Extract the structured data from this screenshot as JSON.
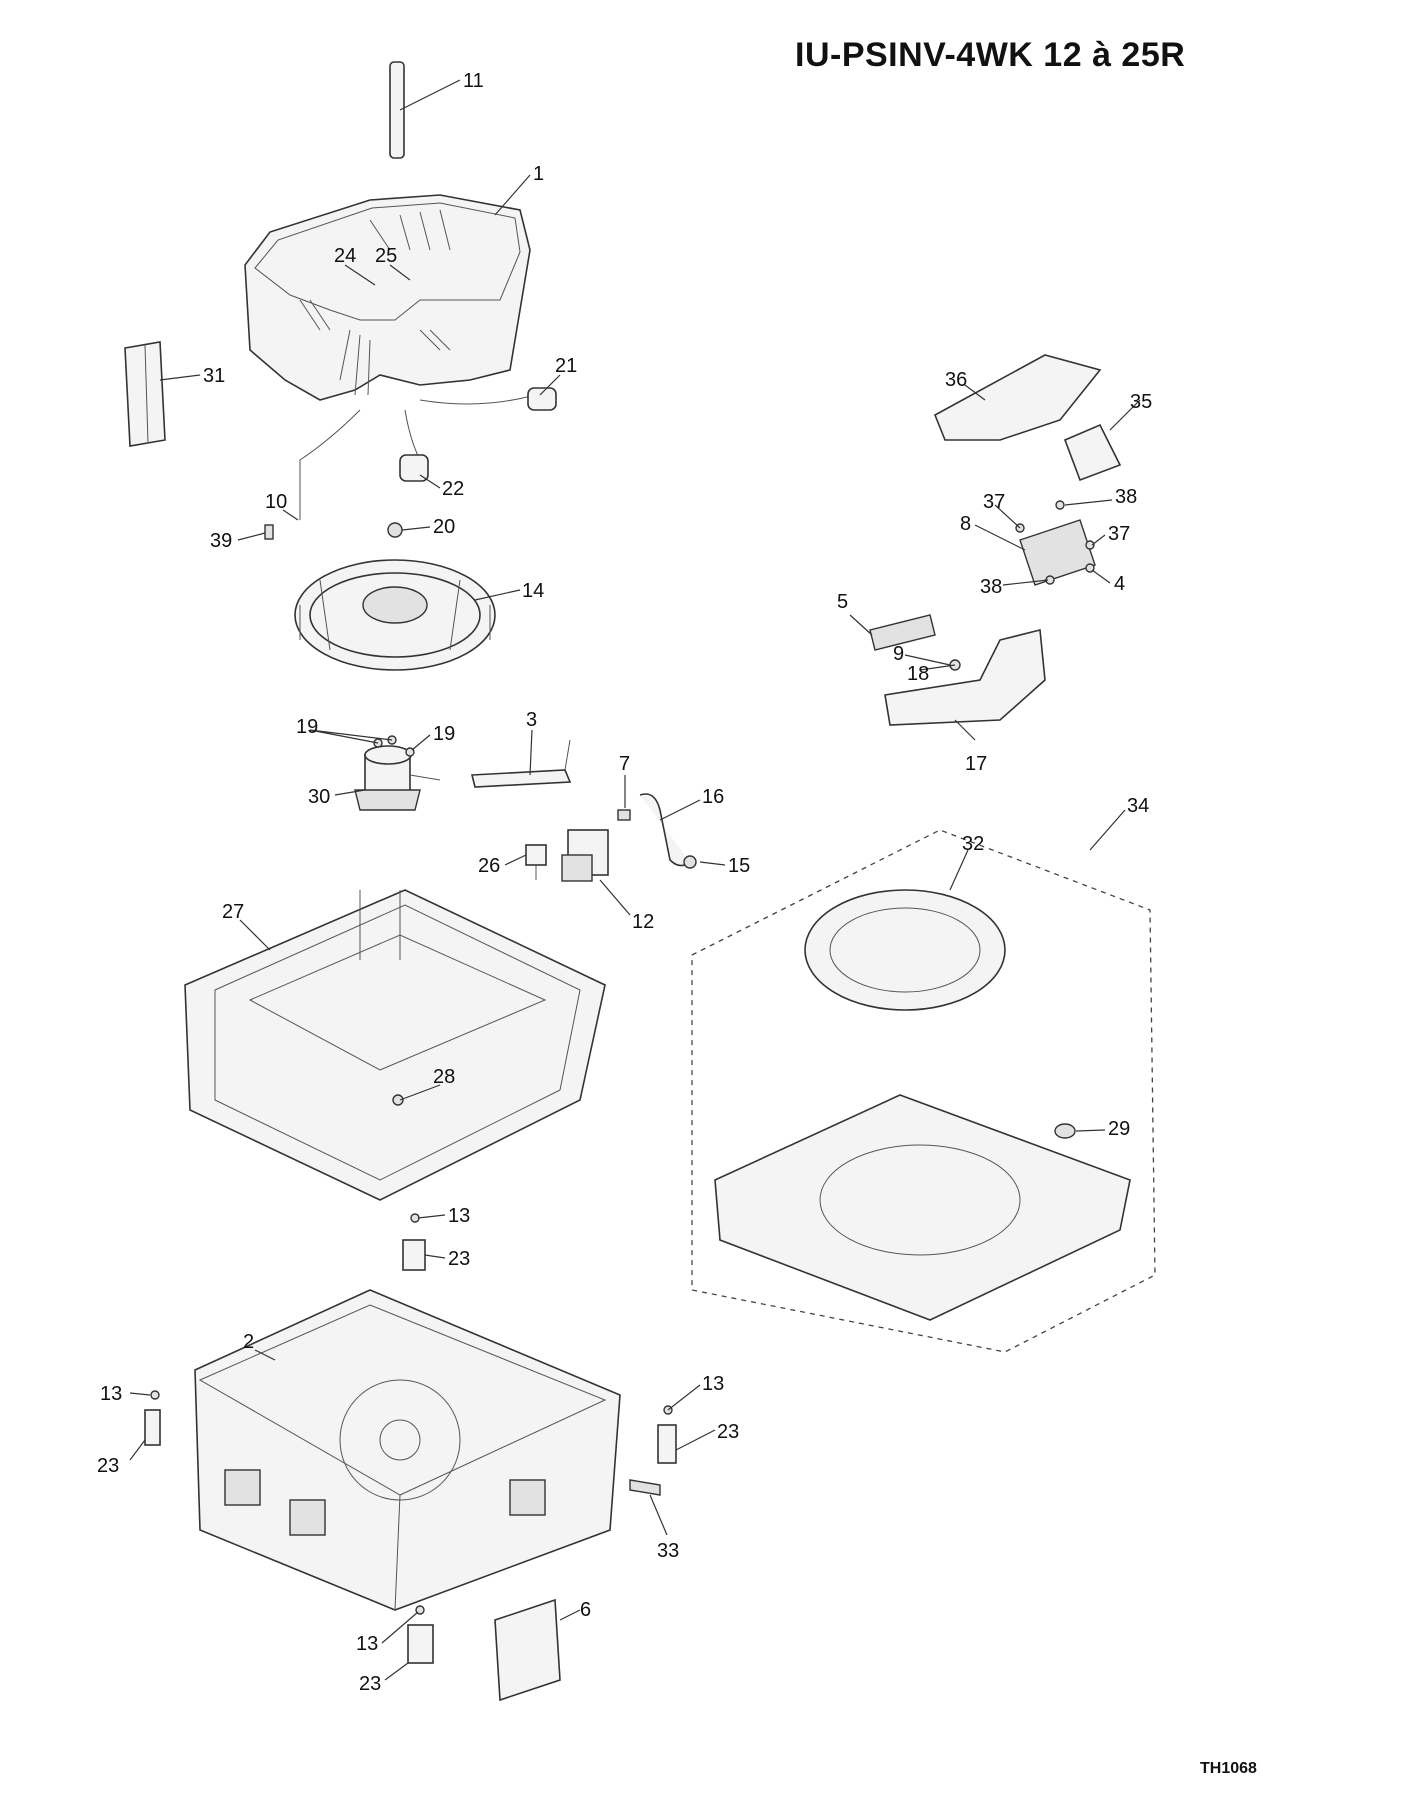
{
  "title": "IU-PSINV-4WK 12 à 25R",
  "drawing_code": "TH1068",
  "callouts": [
    "1",
    "2",
    "3",
    "4",
    "5",
    "6",
    "7",
    "8",
    "9",
    "10",
    "11",
    "12",
    "13",
    "14",
    "15",
    "16",
    "17",
    "18",
    "19",
    "20",
    "21",
    "22",
    "23",
    "24",
    "25",
    "26",
    "27",
    "28",
    "29",
    "30",
    "31",
    "32",
    "33",
    "34",
    "35",
    "36",
    "37",
    "38",
    "39"
  ]
}
